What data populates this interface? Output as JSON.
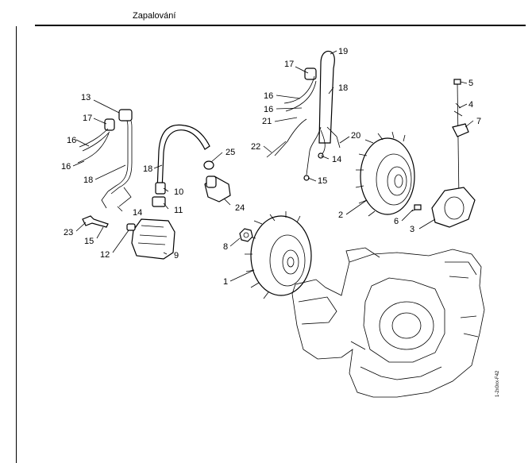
{
  "page": {
    "title": "Zapalování",
    "drawing_code": "1-2x0xx-F42"
  },
  "callouts": {
    "c1": "1",
    "c2": "2",
    "c3": "3",
    "c4": "4",
    "c5": "5",
    "c6": "6",
    "c7": "7",
    "c8": "8",
    "c9": "9",
    "c10": "10",
    "c11": "11",
    "c12": "12",
    "c13": "13",
    "c14a": "14",
    "c14b": "14",
    "c15a": "15",
    "c15b": "15",
    "c16a": "16",
    "c16b": "16",
    "c16c": "16",
    "c16d": "16",
    "c17a": "17",
    "c17b": "17",
    "c18a": "18",
    "c18b": "18",
    "c18c": "18",
    "c19": "19",
    "c20": "20",
    "c21": "21",
    "c22": "22",
    "c23": "23",
    "c24": "24",
    "c25": "25"
  }
}
